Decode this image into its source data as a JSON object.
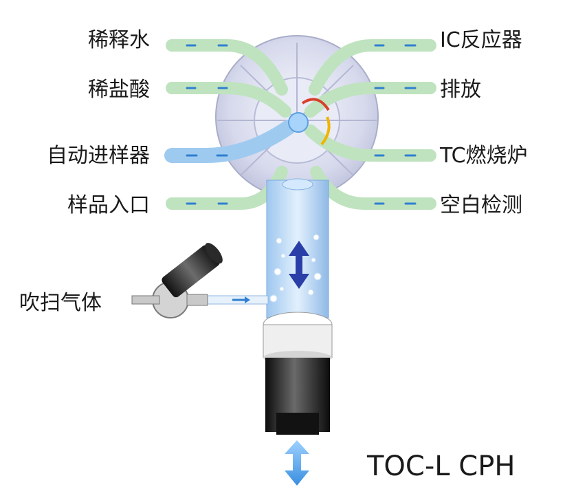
{
  "ports_left": [
    "稀释水",
    "稀盐酸",
    "自动进样器",
    "样品入口"
  ],
  "ports_right": [
    "IC反应器",
    "排放",
    "TC燃烧炉",
    "空白检测"
  ],
  "gas_inlet": "吹扫气体",
  "model_name": "TOC-L CPH",
  "colors": {
    "green_tube": "#bfe3bf",
    "blue_tube": "#9fcaf0",
    "dash": "#2f7fd0",
    "arrow_blue": "#2a3ea8",
    "arrow_red": "#d8402a",
    "arrow_yellow": "#f0b400",
    "syringe_body": "#1c1c1c",
    "syringe_barrel": "#cfe6fb"
  }
}
